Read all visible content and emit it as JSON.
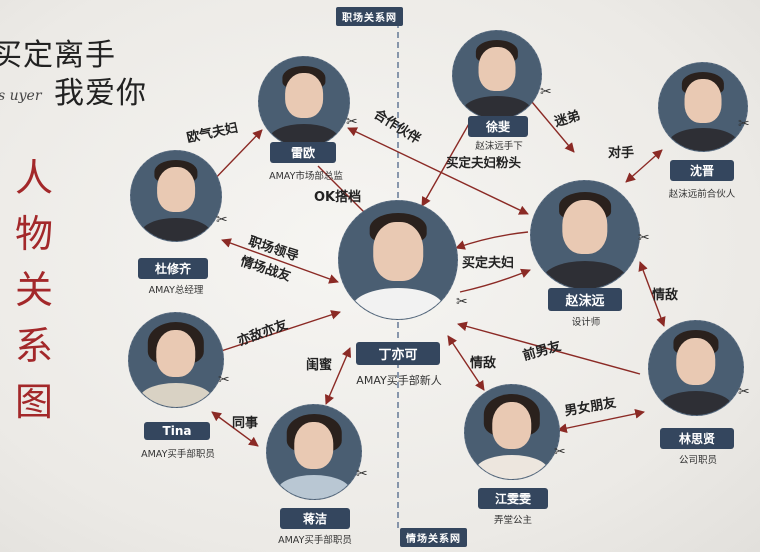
{
  "logo": {
    "line1": "买定离手",
    "line2": "我爱你",
    "line3": "s uyer"
  },
  "side_title": "人物关系图",
  "zones": {
    "work": "职场关系网",
    "love": "情场关系网"
  },
  "people": {
    "lei_ou": {
      "name": "雷欧",
      "role": "AMAY市场部总监"
    },
    "xu_wen": {
      "name": "徐斐",
      "role_line1": "赵沫远手下",
      "role_line2": "买定夫妇粉头"
    },
    "shen_jin": {
      "name": "沈晋",
      "role": "赵沫远前合伙人"
    },
    "du_xiuqi": {
      "name": "杜修齐",
      "role": "AMAY总经理"
    },
    "ding_yike": {
      "name": "丁亦可",
      "role": "AMAY买手部新人"
    },
    "zhao_muyuan": {
      "name": "赵沫远",
      "role": "设计师"
    },
    "tina": {
      "name": "Tina",
      "role": "AMAY买手部职员"
    },
    "lin_sixian": {
      "name": "林思贤",
      "role": "公司职员"
    },
    "jiang_wenwen": {
      "name": "江雯雯",
      "role": "弄堂公主"
    },
    "jiang_jie": {
      "name": "蒋洁",
      "role": "AMAY买手部职员"
    }
  },
  "relations": {
    "ou_qi_fu_fu": "欧气夫妇",
    "he_zuo_huo_ban": "合作伙伴",
    "mi_di": "迷弟",
    "dui_shou": "对手",
    "ok_da_dang": "OK搭档",
    "zhi_chang_ling_dao": "职场领导",
    "qing_chang_zhan_you": "情场战友",
    "mai_ding_fu_fu": "买定夫妇",
    "qing_di_right": "情敌",
    "yi_di_yi_you": "亦敌亦友",
    "qian_nan_you": "前男友",
    "gui_mi": "闺蜜",
    "qing_di_center": "情敌",
    "tong_shi": "同事",
    "nan_nv_peng_you": "男女朋友"
  },
  "colors": {
    "line": "#8b2a25",
    "tag_bg": "#34465e",
    "title_red": "#a3282a",
    "avatar_bg": "#4a5e72"
  }
}
